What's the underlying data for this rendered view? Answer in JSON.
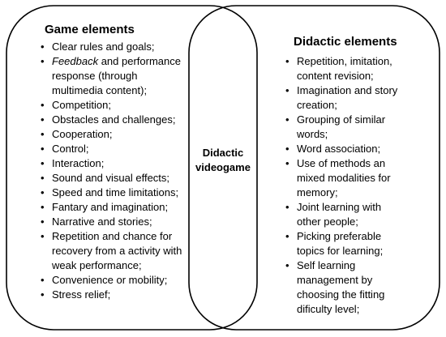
{
  "left": {
    "heading": "Game elements",
    "items": [
      "Clear rules and goals;",
      "Feedback and performance response (through multimedia content);",
      "Competition;",
      "Obstacles and challenges;",
      "Cooperation;",
      "Control;",
      "Interaction;",
      "Sound and visual effects;",
      "Speed and time limitations;",
      "Fantary and imagination;",
      "Narrative and stories;",
      "Repetition and chance for recovery from a activity with weak performance;",
      "Convenience or mobility;",
      "Stress relief;"
    ],
    "item2_italic": "Feedback",
    "item2_rest": " and performance response (through multimedia content);"
  },
  "center": {
    "line1": "Didactic",
    "line2": "videogame"
  },
  "right": {
    "heading": "Didactic elements",
    "items": [
      "Repetition, imitation, content revision;",
      "Imagination and story creation;",
      "Grouping of similar words;",
      "Word association;",
      "Use of methods an mixed modalities for memory;",
      "Joint learning with other people;",
      "Picking preferable topics for learning;",
      "Self learning management by choosing the fitting dificulty level;"
    ]
  },
  "colors": {
    "outline": "#000000",
    "background": "#ffffff"
  }
}
